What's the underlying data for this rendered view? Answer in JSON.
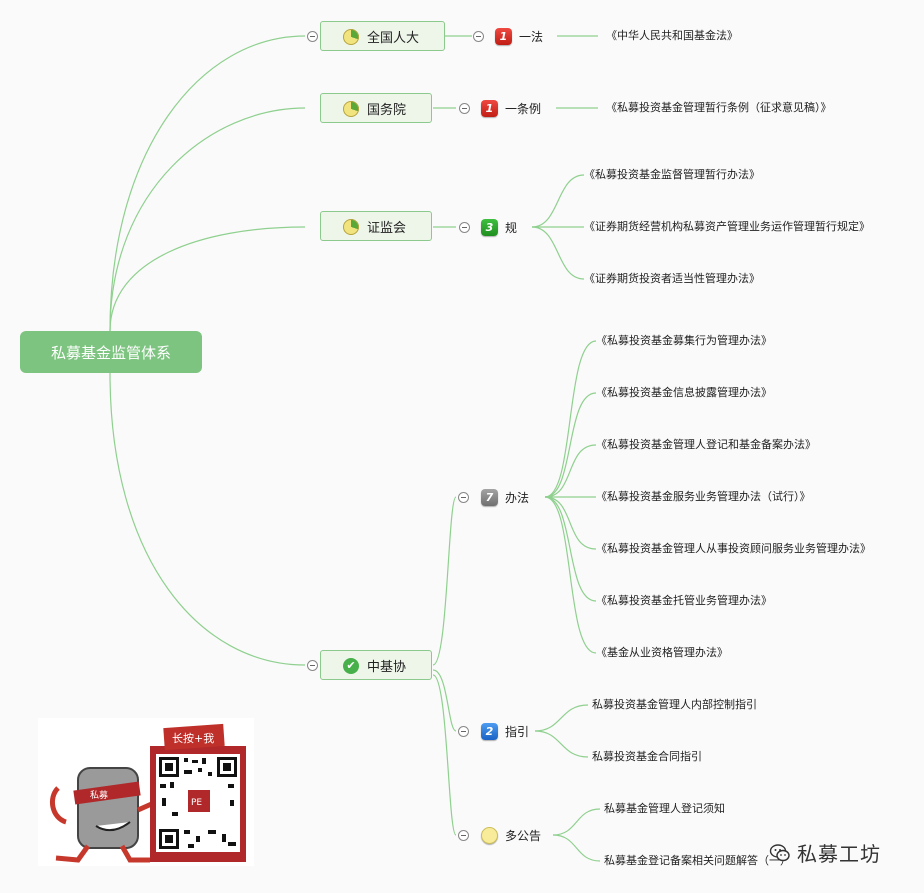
{
  "root": {
    "label": "私募基金监管体系"
  },
  "topics": [
    {
      "id": "npc",
      "label": "全国人大",
      "icon": "pie-icon",
      "sub": {
        "label": "一法",
        "badge": "1",
        "badge_color": "red"
      },
      "leaves": [
        "《中华人民共和国基金法》"
      ]
    },
    {
      "id": "state-council",
      "label": "国务院",
      "icon": "pie-icon",
      "sub": {
        "label": "一条例",
        "badge": "1",
        "badge_color": "red"
      },
      "leaves": [
        "《私募投资基金管理暂行条例（征求意见稿）》"
      ]
    },
    {
      "id": "csrc",
      "label": "证监会",
      "icon": "pie-icon",
      "sub": {
        "label": "规",
        "badge": "3",
        "badge_color": "green"
      },
      "leaves": [
        "《私募投资基金监督管理暂行办法》",
        "《证券期货经营机构私募资产管理业务运作管理暂行规定》",
        "《证券期货投资者适当性管理办法》"
      ]
    },
    {
      "id": "amac",
      "label": "中基协",
      "icon": "check-icon",
      "subs": [
        {
          "label": "办法",
          "badge": "7",
          "badge_color": "gray",
          "leaves": [
            "《私募投资基金募集行为管理办法》",
            "《私募投资基金信息披露管理办法》",
            "《私募投资基金管理人登记和基金备案办法》",
            "《私募投资基金服务业务管理办法（试行）》",
            "《私募投资基金管理人从事投资顾问服务业务管理办法》",
            "《私募投资基金托管业务管理办法》",
            "《基金从业资格管理办法》"
          ]
        },
        {
          "label": "指引",
          "badge": "2",
          "badge_color": "blue",
          "leaves": [
            "私募投资基金管理人内部控制指引",
            "私募投资基金合同指引"
          ]
        },
        {
          "label": "多公告",
          "badge": "",
          "badge_color": "yellow",
          "leaves": [
            "私募基金管理人登记须知",
            "私募基金登记备案相关问题解答（一）"
          ]
        }
      ]
    }
  ],
  "promo": {
    "stamp_text": "长按+我",
    "mascot_text": "私募"
  },
  "brand": {
    "name": "私募工坊",
    "icon": "wechat-icon"
  },
  "colors": {
    "root": "#7cc47f",
    "line": "#8fd08f",
    "topic_bg": "#eef6ea"
  }
}
